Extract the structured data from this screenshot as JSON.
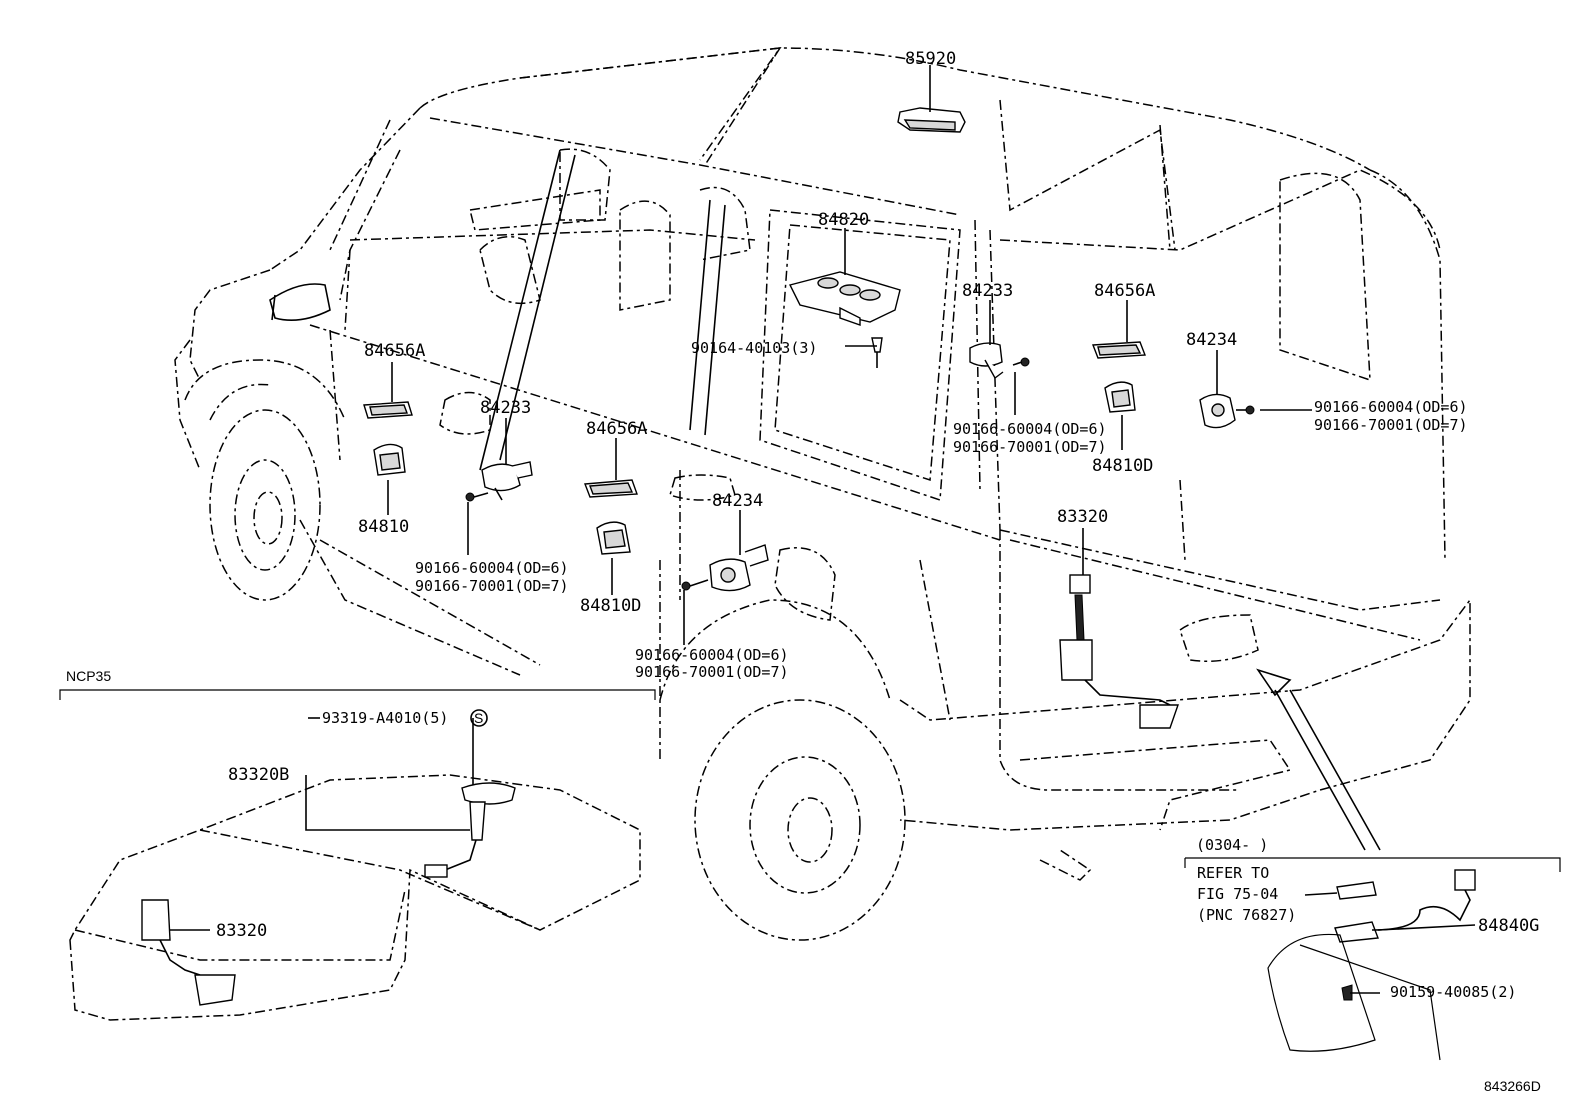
{
  "labels": {
    "p85920": "85920",
    "p84820": "84820",
    "p84233_right": "84233",
    "p84656A_right": "84656A",
    "p84234_right": "84234",
    "p84656A_left": "84656A",
    "p84233_left": "84233",
    "p84656A_center": "84656A",
    "p90164": "90164-40103(3)",
    "p90166_600_mid": "90166-60004(OD=6)",
    "p90166_700_mid": "90166-70001(OD=7)",
    "p90166_600_right": "90166-60004(OD=6)",
    "p90166_700_right": "90166-70001(OD=7)",
    "p84810D_right": "84810D",
    "p84810": "84810",
    "p84234_center": "84234",
    "p90166_600_left": "90166-60004(OD=6)",
    "p90166_700_left": "90166-70001(OD=7)",
    "p84810D_left": "84810D",
    "p83320_main": "83320",
    "p90166_600_bottom": "90166-60004(OD=6)",
    "p90166_700_bottom": "90166-70001(OD=7)",
    "ncp35": "NCP35",
    "p93319": "93319-A4010(5)",
    "p83320B": "83320B",
    "p83320_inset": "83320",
    "date_range": "(0304-        )",
    "refer_to": "REFER TO",
    "fig": "FIG 75-04",
    "pnc": "(PNC 76827)",
    "p84840G": "84840G",
    "p90159": "90159-40085(2)",
    "drawing_id": "843266D",
    "s_mark": "S"
  }
}
